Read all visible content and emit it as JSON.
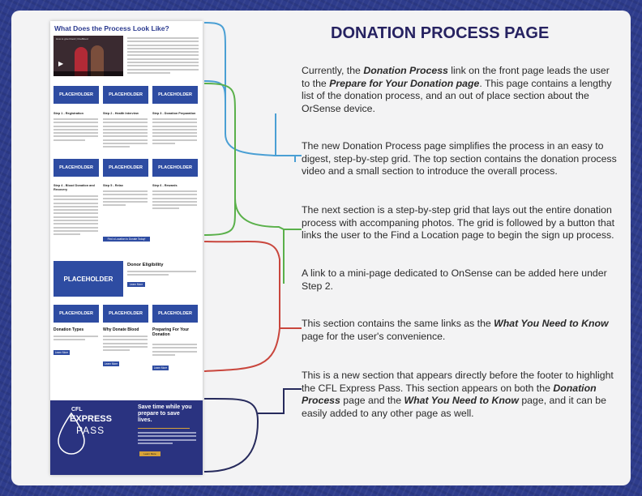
{
  "header": {
    "title": "DONATION PROCESS PAGE"
  },
  "descriptions": {
    "d1": {
      "a": "Currently, the ",
      "b": "Donation Process",
      "c": " link on the front page leads the user to the ",
      "d": "Prepare for Your Donation page",
      "e": ". This page contains a lengthy list of the donation process, and an out of place section about the OrSense device."
    },
    "d2": "The new Donation Process page simplifies the process in an easy to digest, step-by-step grid. The top section contains the donation process video and a small section to introduce the overall process.",
    "d3": "The next section is a step-by-step grid that lays out the entire donation process with accompaning photos. The grid is followed by a button that links the user to the Find a Location page to begin the sign up process.",
    "d4": "A link to a mini-page dedicated to OnSense can be added here under Step 2.",
    "d5": {
      "a": "This section contains the same links as the ",
      "b": "What You Need to Know",
      "c": " page for the user's convenience."
    },
    "d6": {
      "a": "This is a new section that appears directly before the footer to highlight the CFL Express Pass. This section appears on both the ",
      "b": "Donation Process",
      "c": " page and the ",
      "d": "What You Need to Know",
      "e": " page, and it can be easily added to any other page as well."
    }
  },
  "mockup": {
    "title": "What Does the Process Look Like?",
    "video_title": "How to give blood | OneBlood",
    "placeholder": "PLACEHOLDER",
    "steps": [
      {
        "label": "Step 1 - Registration"
      },
      {
        "label": "Step 2 - Health Interview"
      },
      {
        "label": "Step 3 - Donation Preparation"
      },
      {
        "label": "Step 4 - Blood Donation and Recovery"
      },
      {
        "label": "Step 5 - Relax"
      },
      {
        "label": "Step 6 - Rewards"
      }
    ],
    "find_location_button": "Find a Location to Donate Today!",
    "eligibility_heading": "Donor Eligibility",
    "learn_more": "Learn More",
    "links": [
      {
        "heading": "Donation Types"
      },
      {
        "heading": "Why Donate Blood"
      },
      {
        "heading": "Preparing For Your Donation"
      }
    ],
    "footer": {
      "brand_top": "CFL",
      "brand_mid": "EXPRESS",
      "brand_bot": "PASS",
      "headline": "Save time while you prepare to save lives.",
      "cta": "Learn More"
    }
  },
  "colors": {
    "background": "#2e3c8c",
    "title": "#262261",
    "accent_blue": "#2e4ca2",
    "bracket_blue": "#4a9fd4",
    "bracket_green": "#5ab04a",
    "bracket_red": "#c9463d",
    "bracket_navy": "#262a5c",
    "gold": "#d6a23a"
  }
}
